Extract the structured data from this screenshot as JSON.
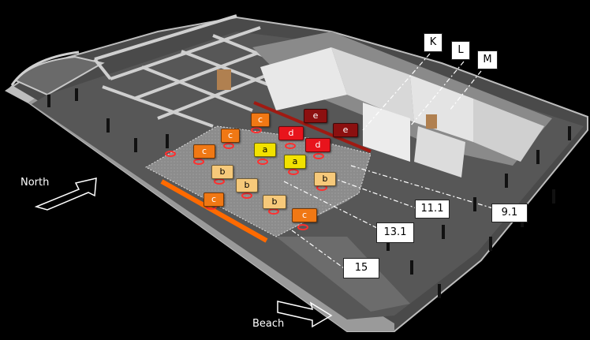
{
  "colors": {
    "a": "#f2e200",
    "b": "#f6c97a",
    "c": "#f07814",
    "d": "#e8141c",
    "e": "#8c1010",
    "wall_line_dark_red": "#a01a12",
    "edge_orange": "#ff6a00",
    "floor": "#5a5a5a",
    "zone": "#909090"
  },
  "gridline_labels": {
    "k": "K",
    "l": "L",
    "m": "M",
    "n111": "11.1",
    "n91": "9.1",
    "n131": "13.1",
    "n15": "15"
  },
  "direction_labels": {
    "north": "North",
    "beach": "Beach"
  },
  "markers": [
    {
      "id": "c1",
      "label": "c",
      "type": "c"
    },
    {
      "id": "c2",
      "label": "c",
      "type": "c"
    },
    {
      "id": "c3",
      "label": "c",
      "type": "c"
    },
    {
      "id": "c4",
      "label": "c",
      "type": "c"
    },
    {
      "id": "c5",
      "label": "c",
      "type": "c"
    },
    {
      "id": "a1",
      "label": "a",
      "type": "a"
    },
    {
      "id": "a2",
      "label": "a",
      "type": "a"
    },
    {
      "id": "b1",
      "label": "b",
      "type": "b"
    },
    {
      "id": "b2",
      "label": "b",
      "type": "b"
    },
    {
      "id": "b3",
      "label": "b",
      "type": "b"
    },
    {
      "id": "b4",
      "label": "b",
      "type": "b"
    },
    {
      "id": "d1",
      "label": "d",
      "type": "d"
    },
    {
      "id": "d2",
      "label": "d",
      "type": "d"
    },
    {
      "id": "e1",
      "label": "e",
      "type": "e"
    },
    {
      "id": "e2",
      "label": "e",
      "type": "e"
    }
  ]
}
